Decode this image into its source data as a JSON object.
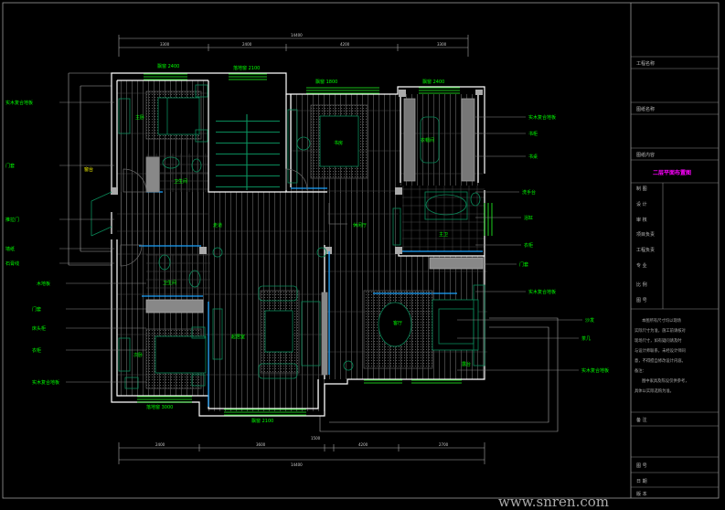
{
  "drawing": {
    "title_block": {
      "project_name_label": "工程名称",
      "drawing_name_label": "图纸名称",
      "content_label": "图纸内容",
      "drawing_title": "二层平面布置图",
      "rows": [
        "制 图",
        "设 计",
        "审 核",
        "项目负责",
        "工程负责",
        "专 业",
        "比 例",
        "图 号"
      ],
      "notes": [
        "本图所有尺寸均以现场",
        "实际尺寸为准，施工前请核对",
        "现场尺寸，如有疑问请及时",
        "与设计师联系，未经设计师同",
        "意，不得擅自修改设计内容。",
        "备注：",
        "图中家具及陈设仅供参考，",
        "具体以实际选购为准。"
      ],
      "remark_label": "备 注",
      "sheet_label": "图 号",
      "date_label": "日 期",
      "version_label": "版 本"
    },
    "dimensions": {
      "top_total": "14400",
      "top_segments": [
        "3300",
        "2400",
        "4200",
        "3300"
      ],
      "bottom_total": "14400",
      "bottom_segments": [
        "2400",
        "3600",
        "4200",
        "1500",
        "2700"
      ]
    },
    "rooms": [
      "主卧",
      "卫生间",
      "走道",
      "起居室",
      "书房",
      "衣帽间",
      "主卫",
      "卫生间",
      "次卧",
      "客厅",
      "休闲厅",
      "露台"
    ],
    "left_labels": [
      "实木复合地板",
      "门套",
      "推拉门",
      "墙纸",
      "石膏线",
      "木地板",
      "门套",
      "床头柜",
      "衣柜",
      "实木复合地板"
    ],
    "left_yellow": "窗台",
    "right_labels": [
      "实木复合地板",
      "书柜",
      "书桌",
      "洗手台",
      "浴缸",
      "衣柜",
      "门套",
      "实木复合地板",
      "沙发",
      "茶几",
      "实木复合地板"
    ],
    "window_labels": [
      "飘窗 2400",
      "落地窗 2100",
      "飘窗 1800",
      "飘窗 2400",
      "落地窗 3000",
      "飘窗 2100"
    ]
  },
  "watermark": "www.snren.com"
}
